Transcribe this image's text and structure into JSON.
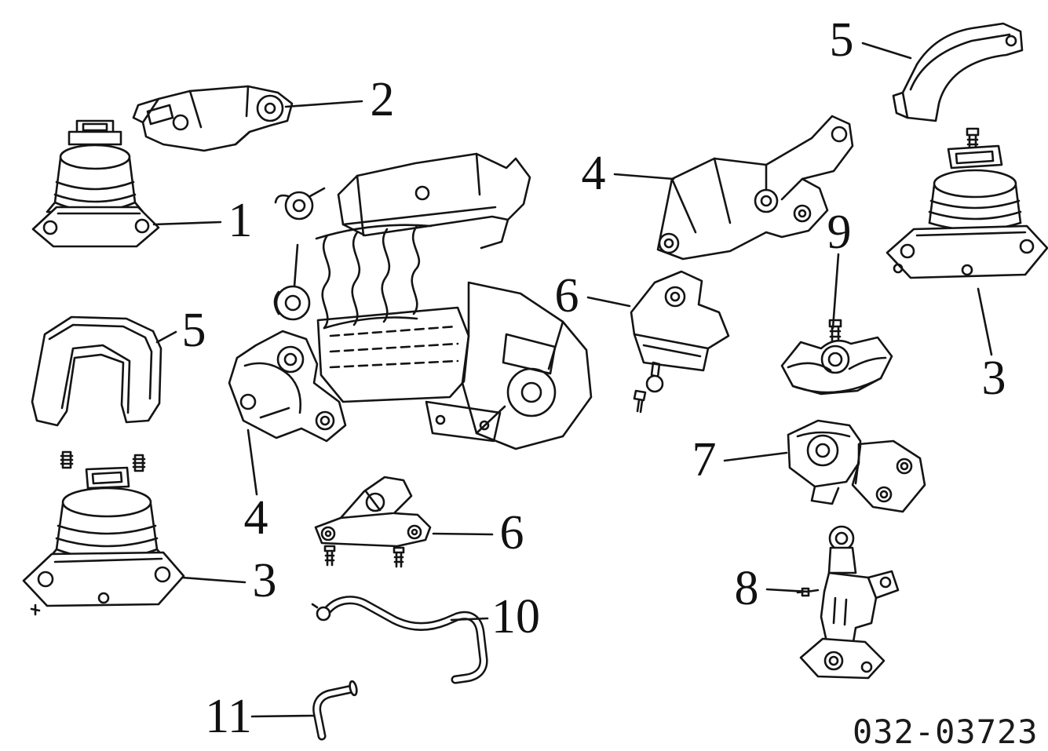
{
  "colors": {
    "background": "#ffffff",
    "line_art": "#141414",
    "text": "#111111"
  },
  "diagram_code": "032-03723",
  "callouts": [
    {
      "label": "1"
    },
    {
      "label": "2"
    },
    {
      "label": "3"
    },
    {
      "label": "3"
    },
    {
      "label": "4"
    },
    {
      "label": "4"
    },
    {
      "label": "5"
    },
    {
      "label": "5"
    },
    {
      "label": "6"
    },
    {
      "label": "6"
    },
    {
      "label": "7"
    },
    {
      "label": "8"
    },
    {
      "label": "9"
    },
    {
      "label": "10"
    },
    {
      "label": "11"
    }
  ]
}
